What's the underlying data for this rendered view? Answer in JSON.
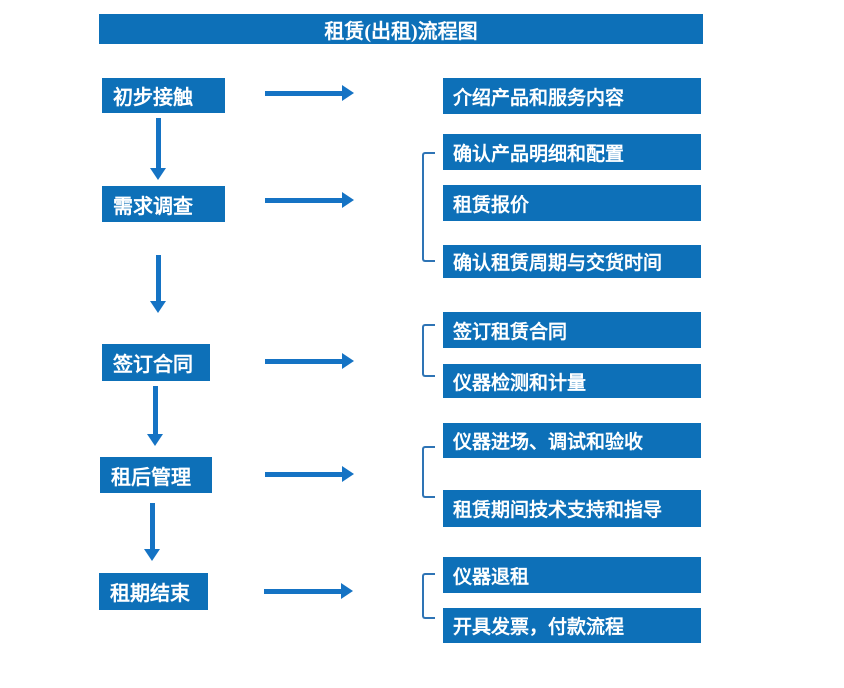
{
  "title": "租赁(出租)流程图",
  "colors": {
    "box_blue": "#0d70b8",
    "arrow_blue": "#1573c4",
    "bracket_blue": "#2e74b5",
    "text_white": "#ffffff",
    "background": "#ffffff"
  },
  "steps": [
    {
      "label": "初步接触",
      "outputs": [
        "介绍产品和服务内容"
      ]
    },
    {
      "label": "需求调查",
      "outputs": [
        "确认产品明细和配置",
        "租赁报价",
        "确认租赁周期与交货时间"
      ]
    },
    {
      "label": "签订合同",
      "outputs": [
        "签订租赁合同",
        "仪器检测和计量"
      ]
    },
    {
      "label": "租后管理",
      "outputs": [
        "仪器进场、调试和验收",
        "租赁期间技术支持和指导"
      ]
    },
    {
      "label": "租期结束",
      "outputs": [
        "仪器退租",
        "开具发票，付款流程"
      ]
    }
  ]
}
